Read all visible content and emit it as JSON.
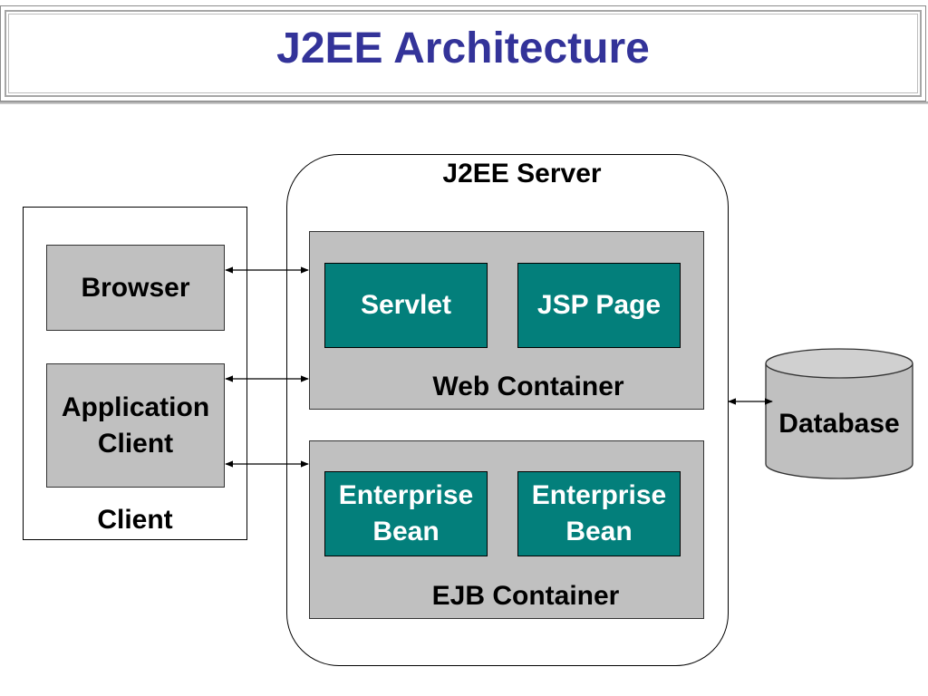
{
  "header": {
    "title": "J2EE Architecture"
  },
  "client": {
    "label": "Client",
    "browser": "Browser",
    "app_client_line1": "Application",
    "app_client_line2": "Client"
  },
  "server": {
    "label": "J2EE Server",
    "web_container": {
      "label": "Web Container",
      "servlet": "Servlet",
      "jsp_page": "JSP Page"
    },
    "ejb_container": {
      "label": "EJB Container",
      "bean1_line1": "Enterprise",
      "bean1_line2": "Bean",
      "bean2_line1": "Enterprise",
      "bean2_line2": "Bean"
    }
  },
  "database": {
    "label": "Database"
  },
  "colors": {
    "title": "#333399",
    "component_fill": "#037f7b",
    "container_fill": "#c0c0c0",
    "database_fill": "#c0c0c0"
  }
}
